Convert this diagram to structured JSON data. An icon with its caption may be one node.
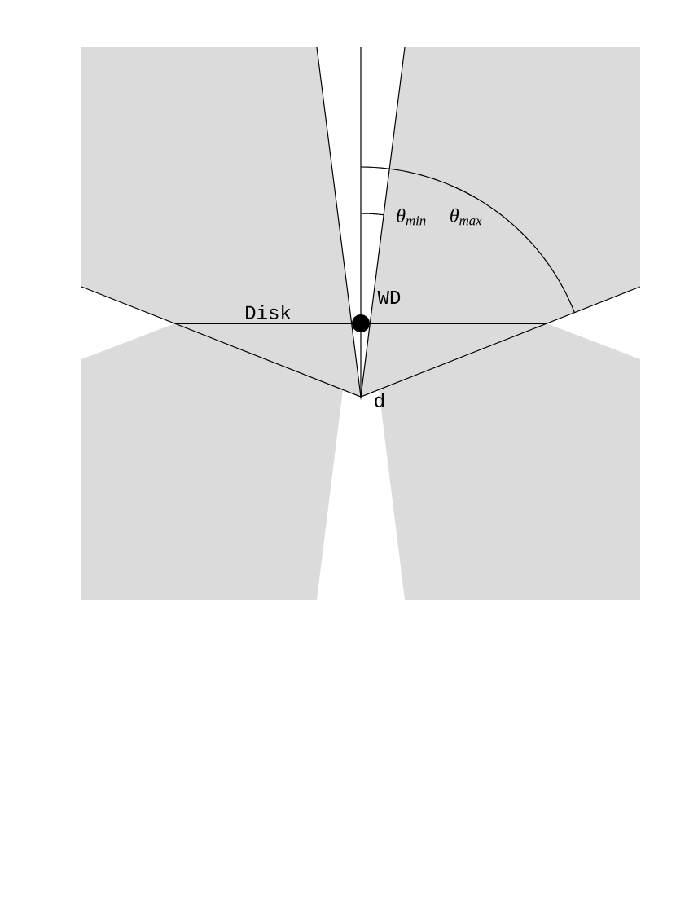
{
  "diagram": {
    "labels": [
      "θ$_{min}$",
      "θ$_{max}$",
      "WD",
      "Disk",
      "d"
    ]
  }
}
